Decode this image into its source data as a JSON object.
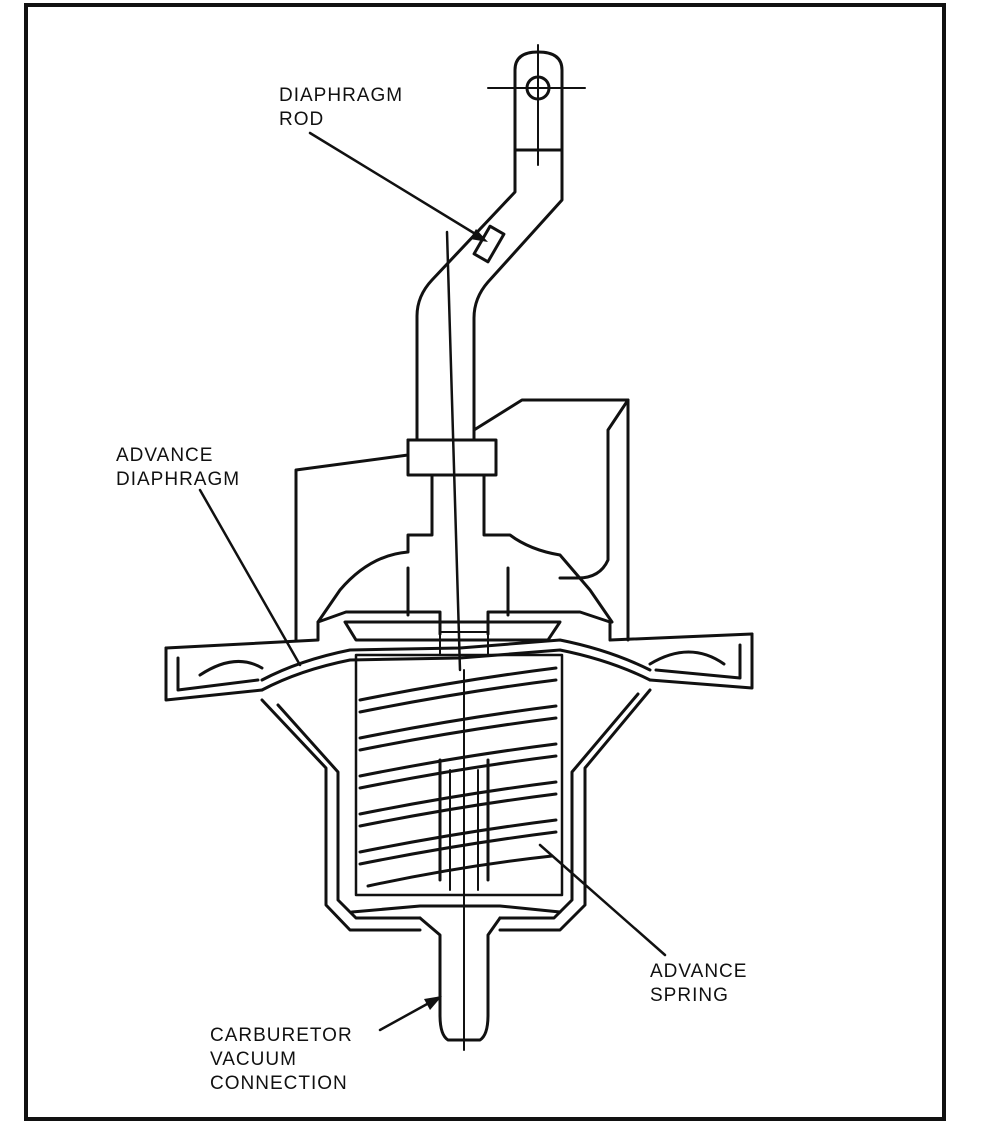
{
  "labels": {
    "diaphragm_rod": [
      "DIAPHRAGM",
      "ROD"
    ],
    "advance_diaphragm": [
      "ADVANCE",
      "DIAPHRAGM"
    ],
    "advance_spring": [
      "ADVANCE",
      "SPRING"
    ],
    "carburetor_vacuum_connection": [
      "CARBURETOR",
      "VACUUM",
      "CONNECTION"
    ]
  },
  "colors": {
    "ink": "#111111",
    "paper": "#ffffff"
  }
}
